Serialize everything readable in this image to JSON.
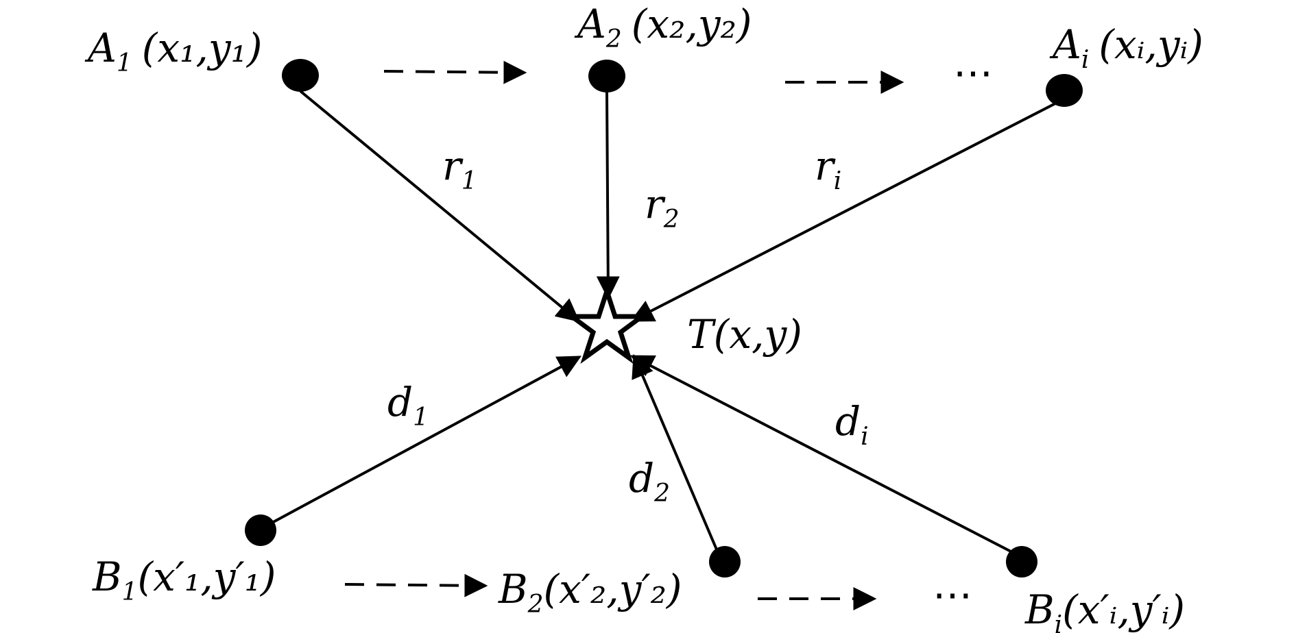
{
  "figure": {
    "ink_color": "#000000",
    "background_color": "#ffffff",
    "target_icon": "star-outline",
    "node_icon": "filled-circle"
  },
  "target": {
    "label": "T(x,y)"
  },
  "anchors_top": [
    {
      "id": "A1",
      "main": "A",
      "sub": "1",
      "coords": "(x₁,y₁)"
    },
    {
      "id": "A2",
      "main": "A",
      "sub": "2",
      "coords": "(x₂,y₂)"
    },
    {
      "id": "Ai",
      "main": "A",
      "sub": "i",
      "coords": "(xᵢ,yᵢ)"
    }
  ],
  "anchors_bottom": [
    {
      "id": "B1",
      "main": "B",
      "sub": "1",
      "coords": "(x′₁,y′₁)"
    },
    {
      "id": "B2",
      "main": "B",
      "sub": "2",
      "coords": "(x′₂,y′₂)"
    },
    {
      "id": "Bi",
      "main": "B",
      "sub": "i",
      "coords": "(x′ᵢ,y′ᵢ)"
    }
  ],
  "distances": [
    {
      "id": "r1",
      "main": "r",
      "sub": "1"
    },
    {
      "id": "r2",
      "main": "r",
      "sub": "2"
    },
    {
      "id": "ri",
      "main": "r",
      "sub": "i"
    },
    {
      "id": "d1",
      "main": "d",
      "sub": "1"
    },
    {
      "id": "d2",
      "main": "d",
      "sub": "2"
    },
    {
      "id": "di",
      "main": "d",
      "sub": "i"
    }
  ],
  "ellipsis": "⋯"
}
